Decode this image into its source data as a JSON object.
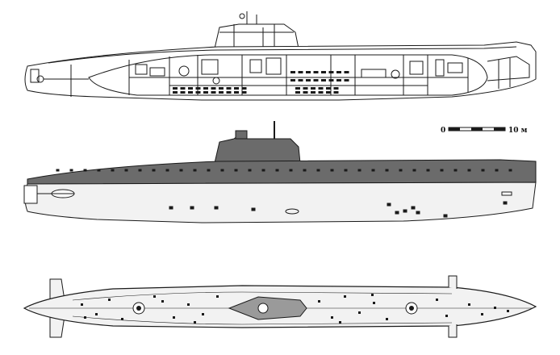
{
  "scale_bar": {
    "start_label": "0",
    "end_label": "10 м"
  },
  "views": [
    {
      "id": "cutaway-profile"
    },
    {
      "id": "side-profile"
    },
    {
      "id": "top-plan"
    }
  ],
  "colors": {
    "ink": "#1a1a1a",
    "hull_dark": "#6b6b6b",
    "hull_light": "#f2f2f2",
    "paper": "#ffffff"
  }
}
